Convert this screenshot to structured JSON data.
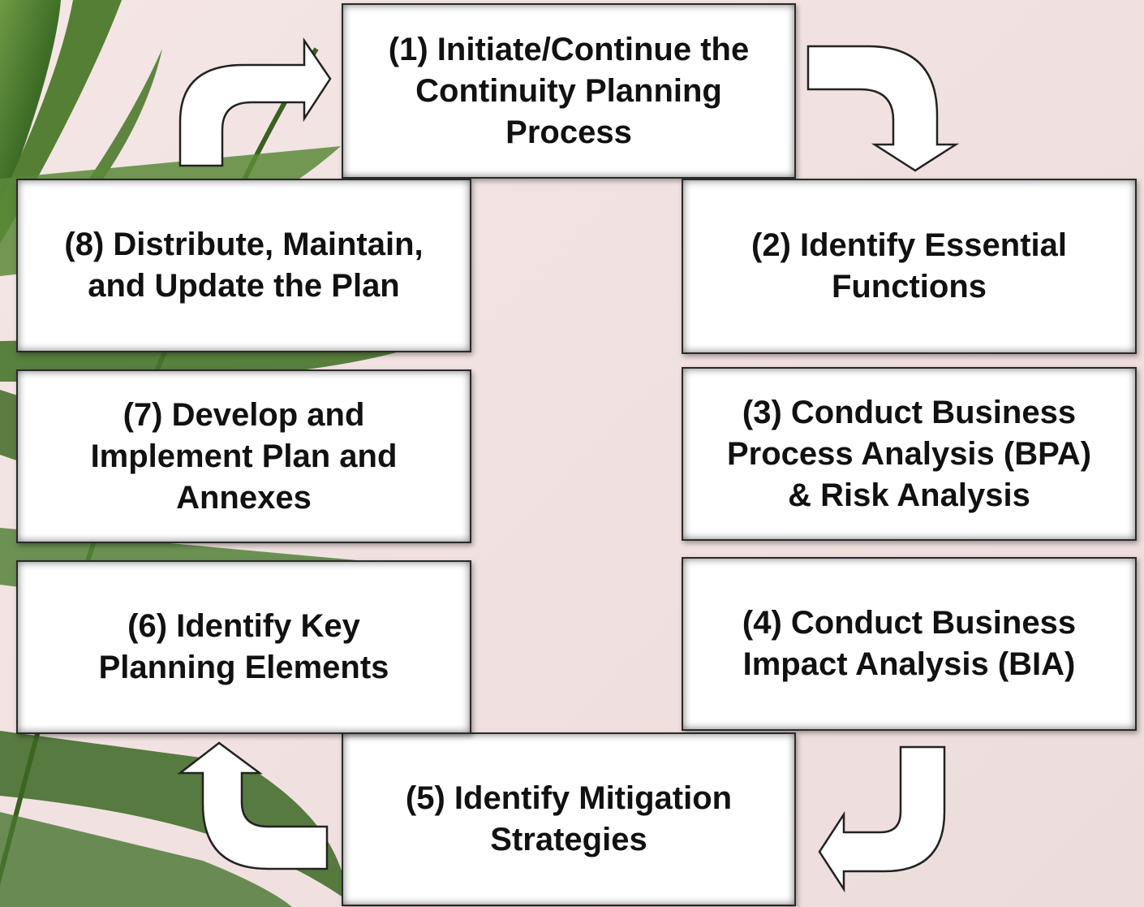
{
  "steps": [
    {
      "id": 1,
      "label": "(1) Initiate/Continue the\nContinuity Planning\nProcess"
    },
    {
      "id": 2,
      "label": "(2) Identify Essential\nFunctions"
    },
    {
      "id": 3,
      "label": "(3) Conduct Business\nProcess Analysis (BPA)\n& Risk Analysis"
    },
    {
      "id": 4,
      "label": "(4) Conduct Business\nImpact Analysis (BIA)"
    },
    {
      "id": 5,
      "label": "(5) Identify Mitigation\nStrategies"
    },
    {
      "id": 6,
      "label": "(6) Identify Key\nPlanning Elements"
    },
    {
      "id": 7,
      "label": "(7) Develop and\nImplement Plan and\nAnnexes"
    },
    {
      "id": 8,
      "label": "(8) Distribute, Maintain,\nand Update the Plan"
    }
  ],
  "colors": {
    "background": "#f1e2e1",
    "box_fill": "#ffffff",
    "box_border": "#2a2a2a",
    "text": "#111111",
    "leaf": "#4a7a2e",
    "arrow_fill": "#ffffff"
  },
  "decoration": "palm-leaf-icon"
}
